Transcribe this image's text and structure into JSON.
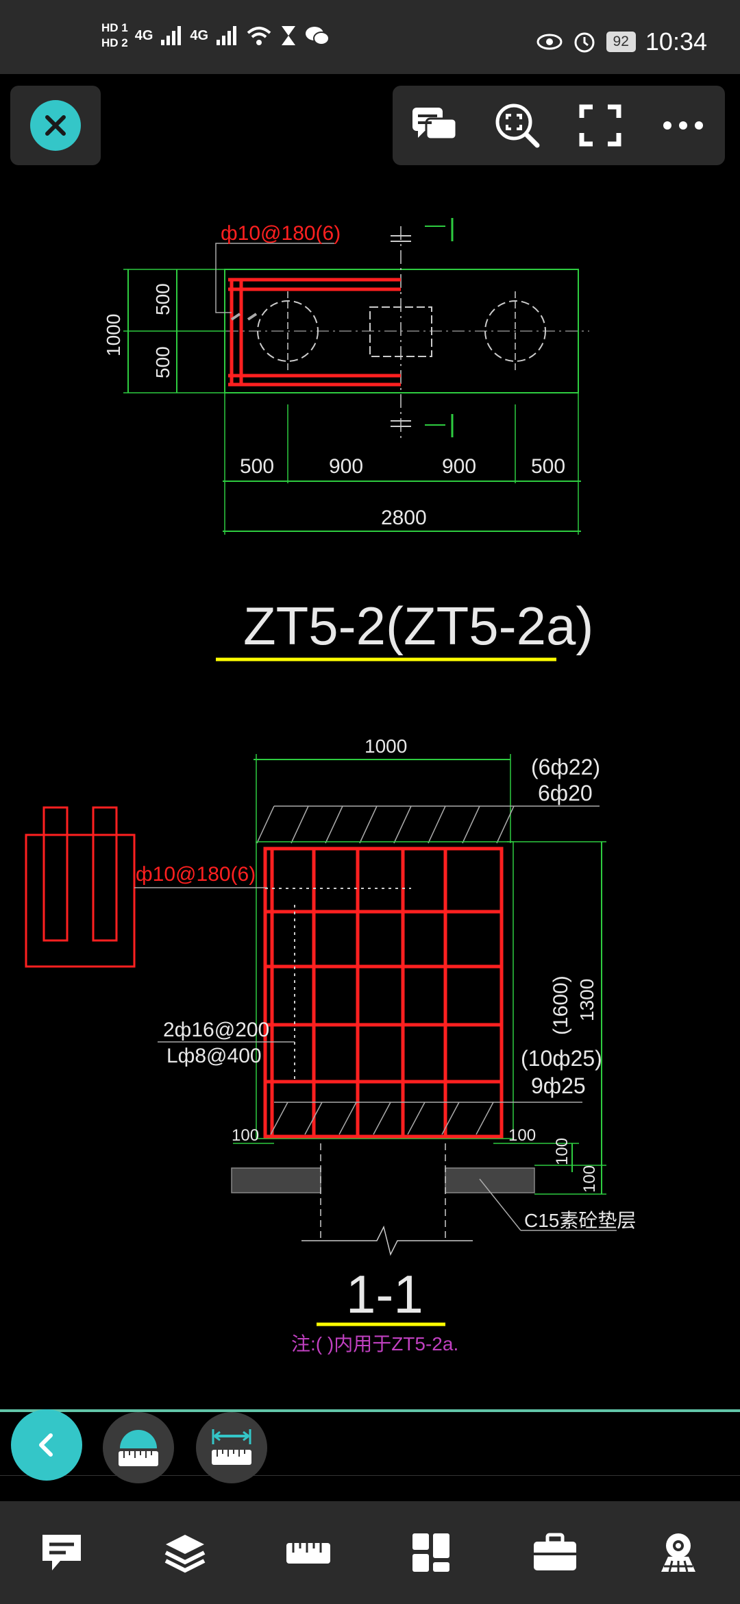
{
  "status": {
    "sim1": "HD 1",
    "sim2": "HD 2",
    "net1": "4G",
    "net2": "4G",
    "battery": "92",
    "time": "10:34"
  },
  "drawing": {
    "plan": {
      "rebar_note_top": "ф10@180(6)",
      "dim_1000": "1000",
      "dim_500_a": "500",
      "dim_500_b": "500",
      "bottom_dims": [
        "500",
        "900",
        "900",
        "500"
      ],
      "total_dim": "2800",
      "title": "ZT5-2(ZT5-2a)"
    },
    "section": {
      "top_dim": "1000",
      "top_bars_alt": "(6ф22)",
      "top_bars": "6ф20",
      "stirrup_note": "ф10@180(6)",
      "side_bars": "2ф16@200",
      "tie_bars": "Lф8@400",
      "dim_paren": "(1600)",
      "dim_height": "1300",
      "bottom_bars_alt": "(10ф25)",
      "bottom_bars": "9ф25",
      "dim_left_100": "100",
      "dim_right_100": "100",
      "dim_vert_100_a": "100",
      "dim_vert_100_b": "100",
      "cushion_label": "C15素砼垫层",
      "title": "1-1",
      "note": "注:( )内用于ZT5-2a."
    }
  },
  "colors": {
    "accent": "#34c6c8",
    "cad_red": "#ff2020",
    "cad_green": "#22dd22",
    "cad_white": "#e8e8e8",
    "cad_yellow": "#ffff00",
    "cad_magenta": "#c040c0"
  },
  "icons": {
    "close": "close-icon",
    "comments": "comments-icon",
    "zoom_fit": "zoom-fit-icon",
    "fullscreen": "fullscreen-icon",
    "more": "more-icon",
    "back": "chevron-left-icon",
    "measure_arc": "measure-arc-icon",
    "measure_linear": "measure-linear-icon",
    "nav": [
      "annotation-icon",
      "layers-icon",
      "ruler-icon",
      "dashboard-icon",
      "toolbox-icon",
      "view-icon"
    ]
  }
}
